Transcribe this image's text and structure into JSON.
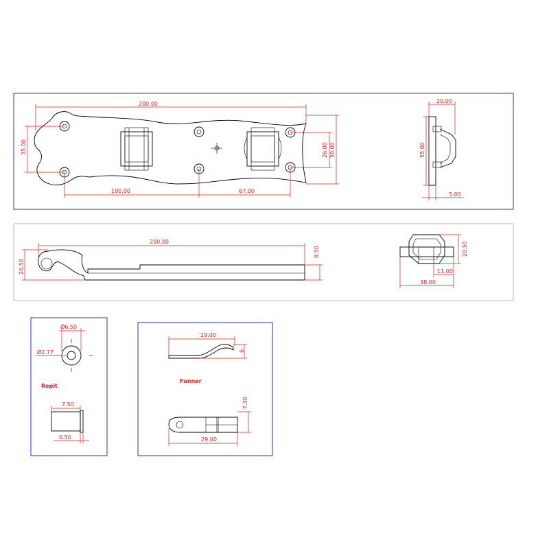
{
  "labels": {
    "repit": "Repit",
    "funner": "Funner"
  },
  "dims": {
    "top_width": "200.00",
    "top_left_height": "35.00",
    "top_hole_spacing": "26.00",
    "top_right_height": "50.00",
    "top_bottom_left": "100.00",
    "top_bottom_right": "67.00",
    "end_width": "20.00",
    "end_height": "55.00",
    "end_base": "5.00",
    "side_length": "200.00",
    "side_height": "20.50",
    "side_thickness": "8.50",
    "front_height": "20.50",
    "front_inner": "11.00",
    "front_width": "38.00",
    "repit_outer": "Ø6.50",
    "repit_inner": "Ø2.77",
    "repit_length": "7.50",
    "repit_thickness": "0.50",
    "funner_side_length": "29.00",
    "funner_side_height": "6",
    "funner_top_height": "7.30",
    "funner_top_length": "29.00"
  },
  "colors": {
    "frame": "#2b2bd6",
    "dimension": "#d81f1f",
    "outline": "#000000"
  }
}
